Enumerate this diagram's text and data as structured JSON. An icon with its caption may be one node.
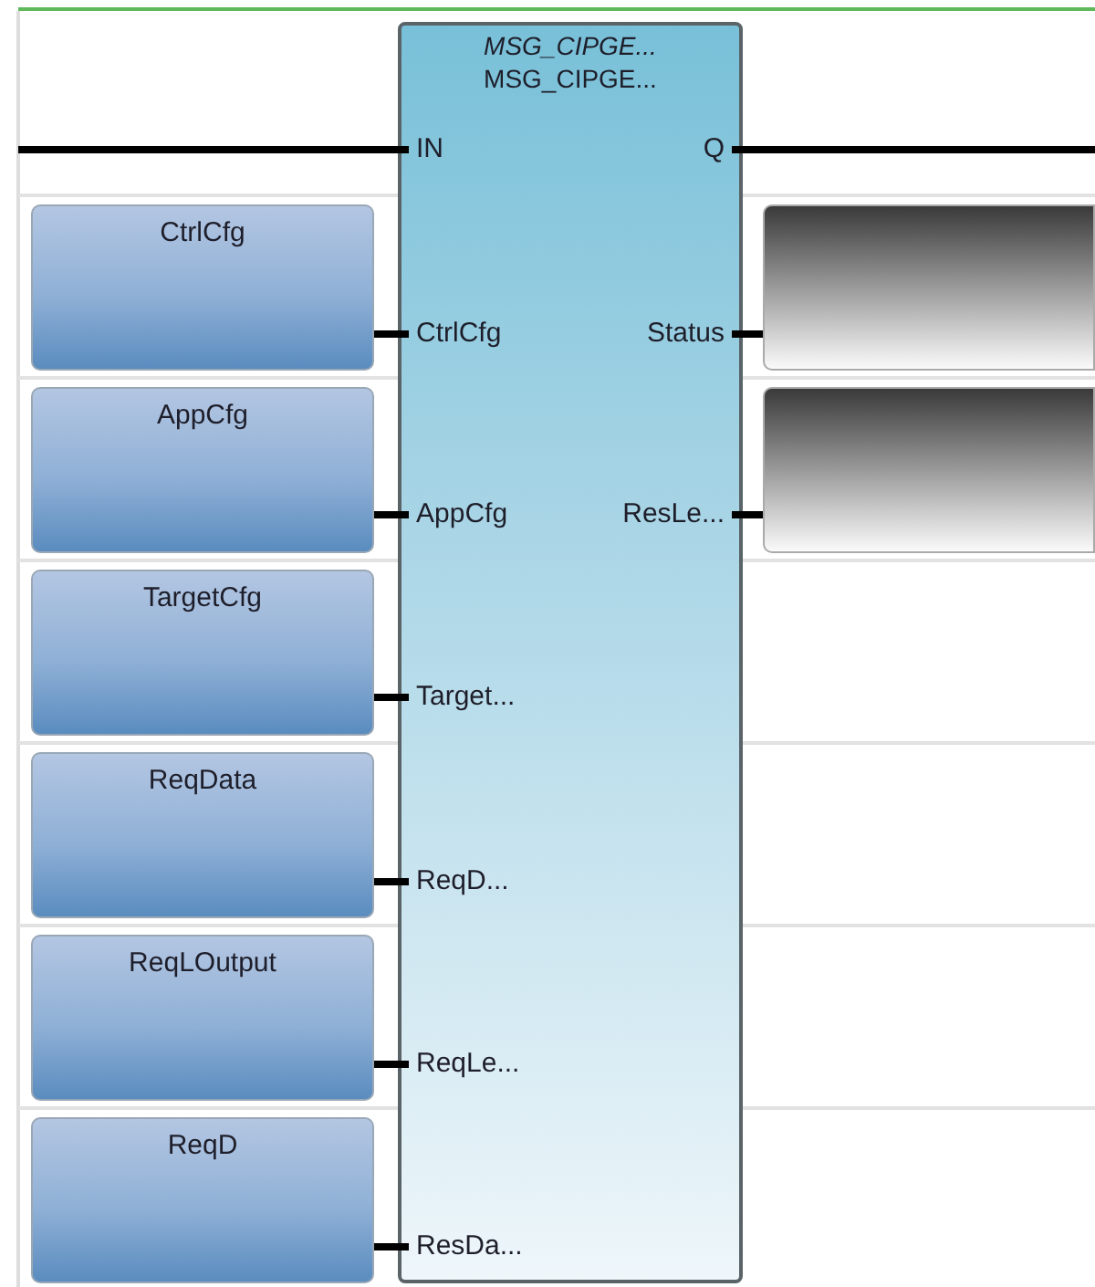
{
  "diagram": {
    "nodes": [
      {
        "text": [
          "MSG_CIPGE...",
          "MSG_CIPGE..."
        ]
      },
      {
        "text": [
          "IN"
        ],
        "in": 0
      },
      {
        "text": [
          "Q"
        ],
        "in": 0
      },
      {
        "text": [
          "CtrlCfg"
        ],
        "in": 0
      },
      {
        "text": [
          "Status"
        ],
        "in": 0
      },
      {
        "text": [
          "AppCfg"
        ],
        "in": 0
      },
      {
        "text": [
          "ResLe..."
        ],
        "in": 0
      },
      {
        "text": [
          "Target..."
        ],
        "in": 0
      },
      {
        "text": [
          "ReqD..."
        ],
        "in": 0
      },
      {
        "text": [
          "ReqLe..."
        ],
        "in": 0
      },
      {
        "text": [
          "ResDa..."
        ],
        "in": 0
      },
      {
        "text": [
          "CtrlCfg"
        ]
      },
      {
        "text": [
          "AppCfg"
        ]
      },
      {
        "text": [
          "TargetCfg"
        ]
      },
      {
        "text": [
          "ReqData"
        ]
      },
      {
        "text": [
          "ReqLOutput"
        ]
      },
      {
        "text": [
          "ReqD"
        ]
      },
      {
        "text": [],
        "shape": "box"
      },
      {
        "text": [],
        "shape": "box"
      }
    ],
    "edges": [
      {
        "from": null,
        "to": 1,
        "arrow": "none"
      },
      {
        "from": 2,
        "to": null,
        "arrow": "none"
      },
      {
        "from": 11,
        "to": 3,
        "arrow": "none"
      },
      {
        "from": 4,
        "to": 17,
        "arrow": "none"
      },
      {
        "from": 12,
        "to": 5,
        "arrow": "none"
      },
      {
        "from": 6,
        "to": 18,
        "arrow": "none"
      },
      {
        "from": 13,
        "to": 7,
        "arrow": "none"
      },
      {
        "from": 14,
        "to": 8,
        "arrow": "none"
      },
      {
        "from": 15,
        "to": 9,
        "arrow": "none"
      },
      {
        "from": 16,
        "to": 10,
        "arrow": "none"
      }
    ]
  }
}
